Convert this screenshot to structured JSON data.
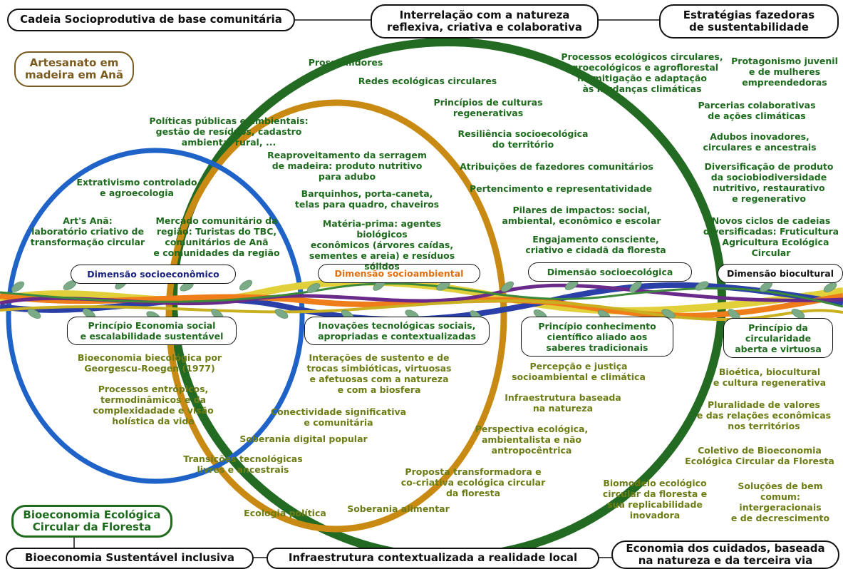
{
  "header": {
    "title": "Cadeia Socioprodutiva de base comunitária",
    "center": "Interrelação com a natureza\nreflexiva, criativa e colaborativa",
    "right": "Estratégias fazedoras\nde sustentabilidade",
    "subtitle": "Artesanato em\nmadeira em Anã"
  },
  "footer": {
    "brand": "Bioeconomia Ecológica\nCircular da Floresta",
    "left": "Bioeconomia Sustentável inclusiva",
    "center": "Infraestrutura contextualizada a realidade local",
    "right": "Economia dos cuidados, baseada\nna natureza e da terceira via"
  },
  "dimensions": {
    "socioeconomico": "Dimensão socioeconômico",
    "socioambiental": "Dimensão socioambiental",
    "socioecologica": "Dimensão socioecológica",
    "biocultural": "Dimensão biocultural"
  },
  "principles": {
    "p1": "Princípio Economia social\ne escalabilidade sustentável",
    "p2": "Inovações tecnológicas sociais,\napropriadas e contextualizadas",
    "p3": "Princípio conhecimento\ncientífico aliado aos\nsaberes tradicionais",
    "p4": "Princípio da\ncircularidade\naberta e virtuosa"
  },
  "upper_labels": {
    "prossumidores": "Prossumidores",
    "redes": "Redes ecológicas circulares",
    "principios_culturas": "Princípios de culturas\nregenerativas",
    "resiliencia": "Resiliência socioecológica\ndo território",
    "atribuicoes": "Atribuições de fazedores comunitários",
    "pertencimento": "Pertencimento e representatividade",
    "pilares": "Pilares de impactos: social,\nambiental, econômico e escolar",
    "engajamento": "Engajamento consciente,\ncriativo e cidadã da floresta",
    "politicas": "Políticas públicas e ambientais:\ngestão de  resíduos, cadastro\nambiental rural, ...",
    "reaproveitamento": "Reaproveitamento da serragem\nde madeira: produto nutritivo\npara adubo",
    "barquinhos": "Barquinhos, porta-caneta,\ntelas para quadro, chaveiros",
    "materia_prima": "Matéria-prima: agentes biológicos\neconômicos (árvores caídas,\nsementes e areia) e resíduos\nsólidos",
    "extrativismo": "Extrativismo controlado\ne agroecologia",
    "arts_ana": "Art's Anã:\nlaboratório criativo de\ntransformação circular",
    "mercado": "Mercado comunitário da\nregião: Turistas do TBC,\ncomunitários de Anã\ne comunidades da região",
    "processos_circ": "Processos ecológicos circulares,\nagroecológicos e agroflorestal\nna mitigação e adaptação\nàs mudanças climáticas",
    "protagonismo": "Protagonismo juvenil\ne de mulheres\nempreendedoras",
    "parcerias": "Parcerias colaborativas\nde ações climáticas",
    "adubos": "Adubos inovadores,\ncirculares e ancestrais",
    "diversificacao": "Diversificação de produto\nda sociobiodiversidade\nnutritivo, restaurativo\ne regenerativo",
    "novos_ciclos": "Novos ciclos de cadeias\ndiversificadas: Fruticultura\ne Agricultura Ecológica\nCircular"
  },
  "lower_labels": {
    "bioeconomia_geo": "Bioeconomia biecológica por\nGeorgescu-Roegen (1977)",
    "processos_entropicos": "Processos entrópicos,\ntermodinâmicos e da\ncomplexidadade e visão\nholística da vida",
    "interacoes": "Interações de sustento e de\ntrocas simbióticas, virtuosas\ne afetuosas com a natureza\ne com a biosfera",
    "conectividade": "Conectividade significativa\ne comunitária",
    "soberania_digital": "Soberania digital popular",
    "transicoes": "Transições tecnológicas\nlivres e ancestrais",
    "ecologia_politica": "Ecologia política",
    "soberania_alimentar": "Soberania alimentar",
    "proposta": "Proposta transformadora e\nco-criativa ecológica circular\nda floresta",
    "percepcao": "Percepção e justiça\nsocioambiental e climática",
    "infraestrutura": "Infraestrutura baseada\nna natureza",
    "perspectiva": "Perspectiva ecológica,\nambientalista e não\nantropocêntrica",
    "biomodelo": "Biomodelo ecológico\ncircular da floresta e\nsua replicabilidade\ninovadora",
    "bioetica": "Bioética, biocultural\ne cultura regenerativa",
    "pluralidade": "Pluralidade de valores\ne das relações econômicas\nnos territórios",
    "coletivo": "Coletivo de Bioeconomia\nEcológica Circular da Floresta",
    "solucoes": "Soluções de bem\ncomum:\nintergeracionais\ne de decrescimento"
  },
  "colors": {
    "green": "#236b23",
    "orange": "#c88a12",
    "blue": "#1f63c8",
    "brown": "#7a5a1e",
    "text_green": "#1e6b1e",
    "text_olive": "#6b7d14",
    "text_navy": "#1a237e",
    "text_orange": "#e07010"
  }
}
